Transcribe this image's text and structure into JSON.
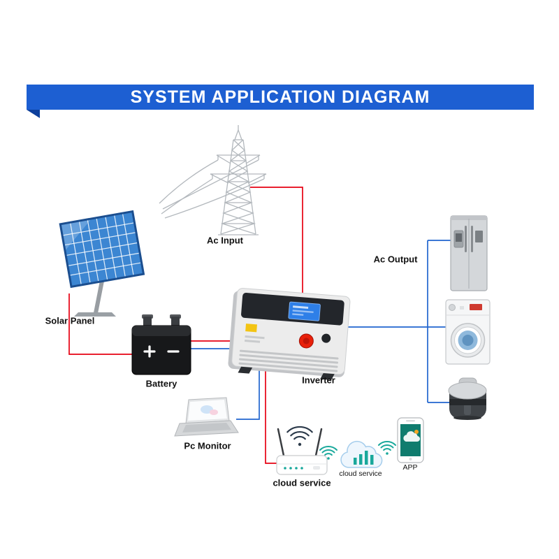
{
  "banner": {
    "title": "SYSTEM APPLICATION DIAGRAM"
  },
  "labels": {
    "ac_input": "Ac Input",
    "solar_panel": "Solar Panel",
    "battery": "Battery",
    "inverter": "Inverter",
    "pc_monitor": "Pc Monitor",
    "router_cloud_service": "cloud service",
    "cloud_service": "cloud service",
    "app": "APP",
    "ac_output": "Ac Output"
  },
  "colors": {
    "banner_blue": "#1d5fd2",
    "banner_fold": "#0d3f9c",
    "wire_red": "#e60012",
    "wire_blue": "#2166cf",
    "panel_blue": "#3c86d2",
    "teal": "#19a89b",
    "tower_gray": "#b3b8bd",
    "label_color": "#111111"
  }
}
